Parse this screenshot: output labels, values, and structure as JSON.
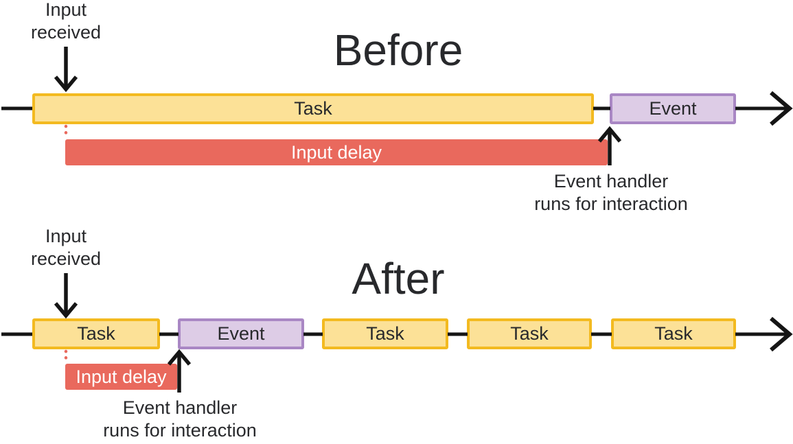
{
  "colors": {
    "task_fill": "#fce197",
    "task_border": "#f3ba20",
    "event_fill": "#ddcce6",
    "event_border": "#a987c4",
    "delay_fill": "#e9695d",
    "delay_text": "#ffffff",
    "ink": "#28292c",
    "line": "#151515"
  },
  "before": {
    "title": "Before",
    "input_received_lines": [
      "Input",
      "received"
    ],
    "task_label": "Task",
    "event_label": "Event",
    "input_delay_label": "Input delay",
    "event_handler_lines": [
      "Event handler",
      "runs for interaction"
    ]
  },
  "after": {
    "title": "After",
    "input_received_lines": [
      "Input",
      "received"
    ],
    "task_labels": [
      "Task",
      "Task",
      "Task",
      "Task"
    ],
    "event_label": "Event",
    "input_delay_label": "Input delay",
    "event_handler_lines": [
      "Event handler",
      "runs for interaction"
    ]
  }
}
